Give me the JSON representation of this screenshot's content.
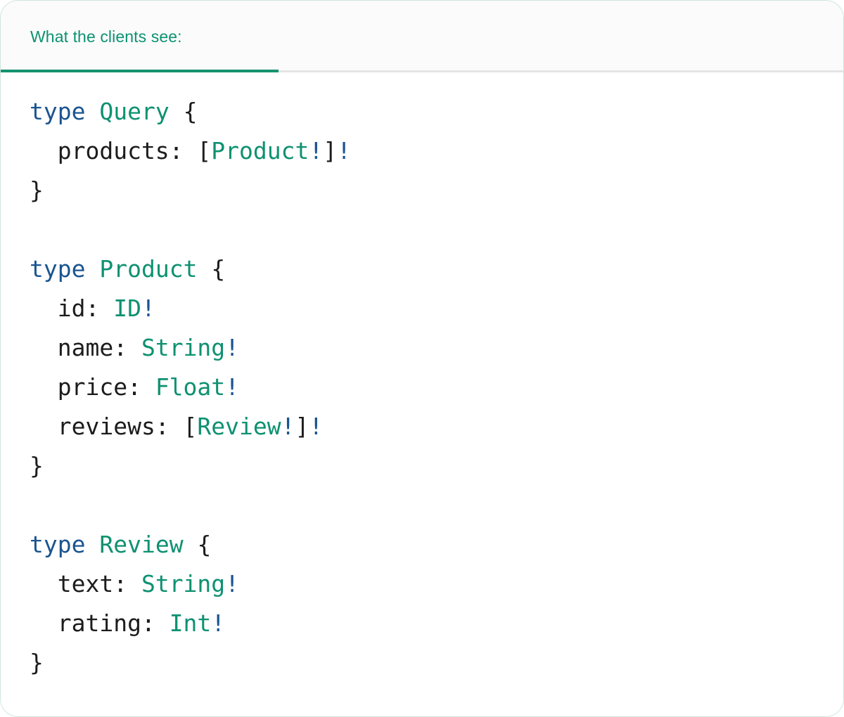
{
  "card": {
    "accent_color": "#14926f",
    "border_color": "#cfe6dc",
    "header_bg": "#fbfbfb",
    "body_bg": "#ffffff",
    "divider_color": "#e4e4e4"
  },
  "tabs": [
    {
      "label": "What the clients see:",
      "active": true,
      "color": "#0c9272"
    }
  ],
  "syntax_colors": {
    "keyword": "#1a5490",
    "type_name": "#0e9171",
    "punctuation": "#1c1c1c",
    "field": "#1c1c1c",
    "non_null_bang": "#1a5490"
  },
  "code": {
    "language": "graphql",
    "raw": "type Query {\n  products: [Product!]!\n}\n\ntype Product {\n  id: ID!\n  name: String!\n  price: Float!\n  reviews: [Review!]!\n}\n\ntype Review {\n  text: String!\n  rating: Int!\n}",
    "lines": [
      {
        "id": "l1",
        "tokens": [
          {
            "t": "type",
            "c": "kw"
          },
          {
            "t": " ",
            "c": "plain"
          },
          {
            "t": "Query",
            "c": "type"
          },
          {
            "t": " ",
            "c": "plain"
          },
          {
            "t": "{",
            "c": "punct"
          }
        ]
      },
      {
        "id": "l2",
        "tokens": [
          {
            "t": "  products: ",
            "c": "field"
          },
          {
            "t": "[",
            "c": "punct"
          },
          {
            "t": "Product",
            "c": "type"
          },
          {
            "t": "!",
            "c": "bang"
          },
          {
            "t": "]",
            "c": "punct"
          },
          {
            "t": "!",
            "c": "bang"
          }
        ]
      },
      {
        "id": "l3",
        "tokens": [
          {
            "t": "}",
            "c": "punct"
          }
        ]
      },
      {
        "id": "l4",
        "tokens": [
          {
            "t": " ",
            "c": "plain"
          }
        ]
      },
      {
        "id": "l5",
        "tokens": [
          {
            "t": "type",
            "c": "kw"
          },
          {
            "t": " ",
            "c": "plain"
          },
          {
            "t": "Product",
            "c": "type"
          },
          {
            "t": " ",
            "c": "plain"
          },
          {
            "t": "{",
            "c": "punct"
          }
        ]
      },
      {
        "id": "l6",
        "tokens": [
          {
            "t": "  id: ",
            "c": "field"
          },
          {
            "t": "ID",
            "c": "type"
          },
          {
            "t": "!",
            "c": "bang"
          }
        ]
      },
      {
        "id": "l7",
        "tokens": [
          {
            "t": "  name: ",
            "c": "field"
          },
          {
            "t": "String",
            "c": "type"
          },
          {
            "t": "!",
            "c": "bang"
          }
        ]
      },
      {
        "id": "l8",
        "tokens": [
          {
            "t": "  price: ",
            "c": "field"
          },
          {
            "t": "Float",
            "c": "type"
          },
          {
            "t": "!",
            "c": "bang"
          }
        ]
      },
      {
        "id": "l9",
        "tokens": [
          {
            "t": "  reviews: ",
            "c": "field"
          },
          {
            "t": "[",
            "c": "punct"
          },
          {
            "t": "Review",
            "c": "type"
          },
          {
            "t": "!",
            "c": "bang"
          },
          {
            "t": "]",
            "c": "punct"
          },
          {
            "t": "!",
            "c": "bang"
          }
        ]
      },
      {
        "id": "l10",
        "tokens": [
          {
            "t": "}",
            "c": "punct"
          }
        ]
      },
      {
        "id": "l11",
        "tokens": [
          {
            "t": " ",
            "c": "plain"
          }
        ]
      },
      {
        "id": "l12",
        "tokens": [
          {
            "t": "type",
            "c": "kw"
          },
          {
            "t": " ",
            "c": "plain"
          },
          {
            "t": "Review",
            "c": "type"
          },
          {
            "t": " ",
            "c": "plain"
          },
          {
            "t": "{",
            "c": "punct"
          }
        ]
      },
      {
        "id": "l13",
        "tokens": [
          {
            "t": "  text: ",
            "c": "field"
          },
          {
            "t": "String",
            "c": "type"
          },
          {
            "t": "!",
            "c": "bang"
          }
        ]
      },
      {
        "id": "l14",
        "tokens": [
          {
            "t": "  rating: ",
            "c": "field"
          },
          {
            "t": "Int",
            "c": "type"
          },
          {
            "t": "!",
            "c": "bang"
          }
        ]
      },
      {
        "id": "l15",
        "tokens": [
          {
            "t": "}",
            "c": "punct"
          }
        ]
      }
    ]
  }
}
